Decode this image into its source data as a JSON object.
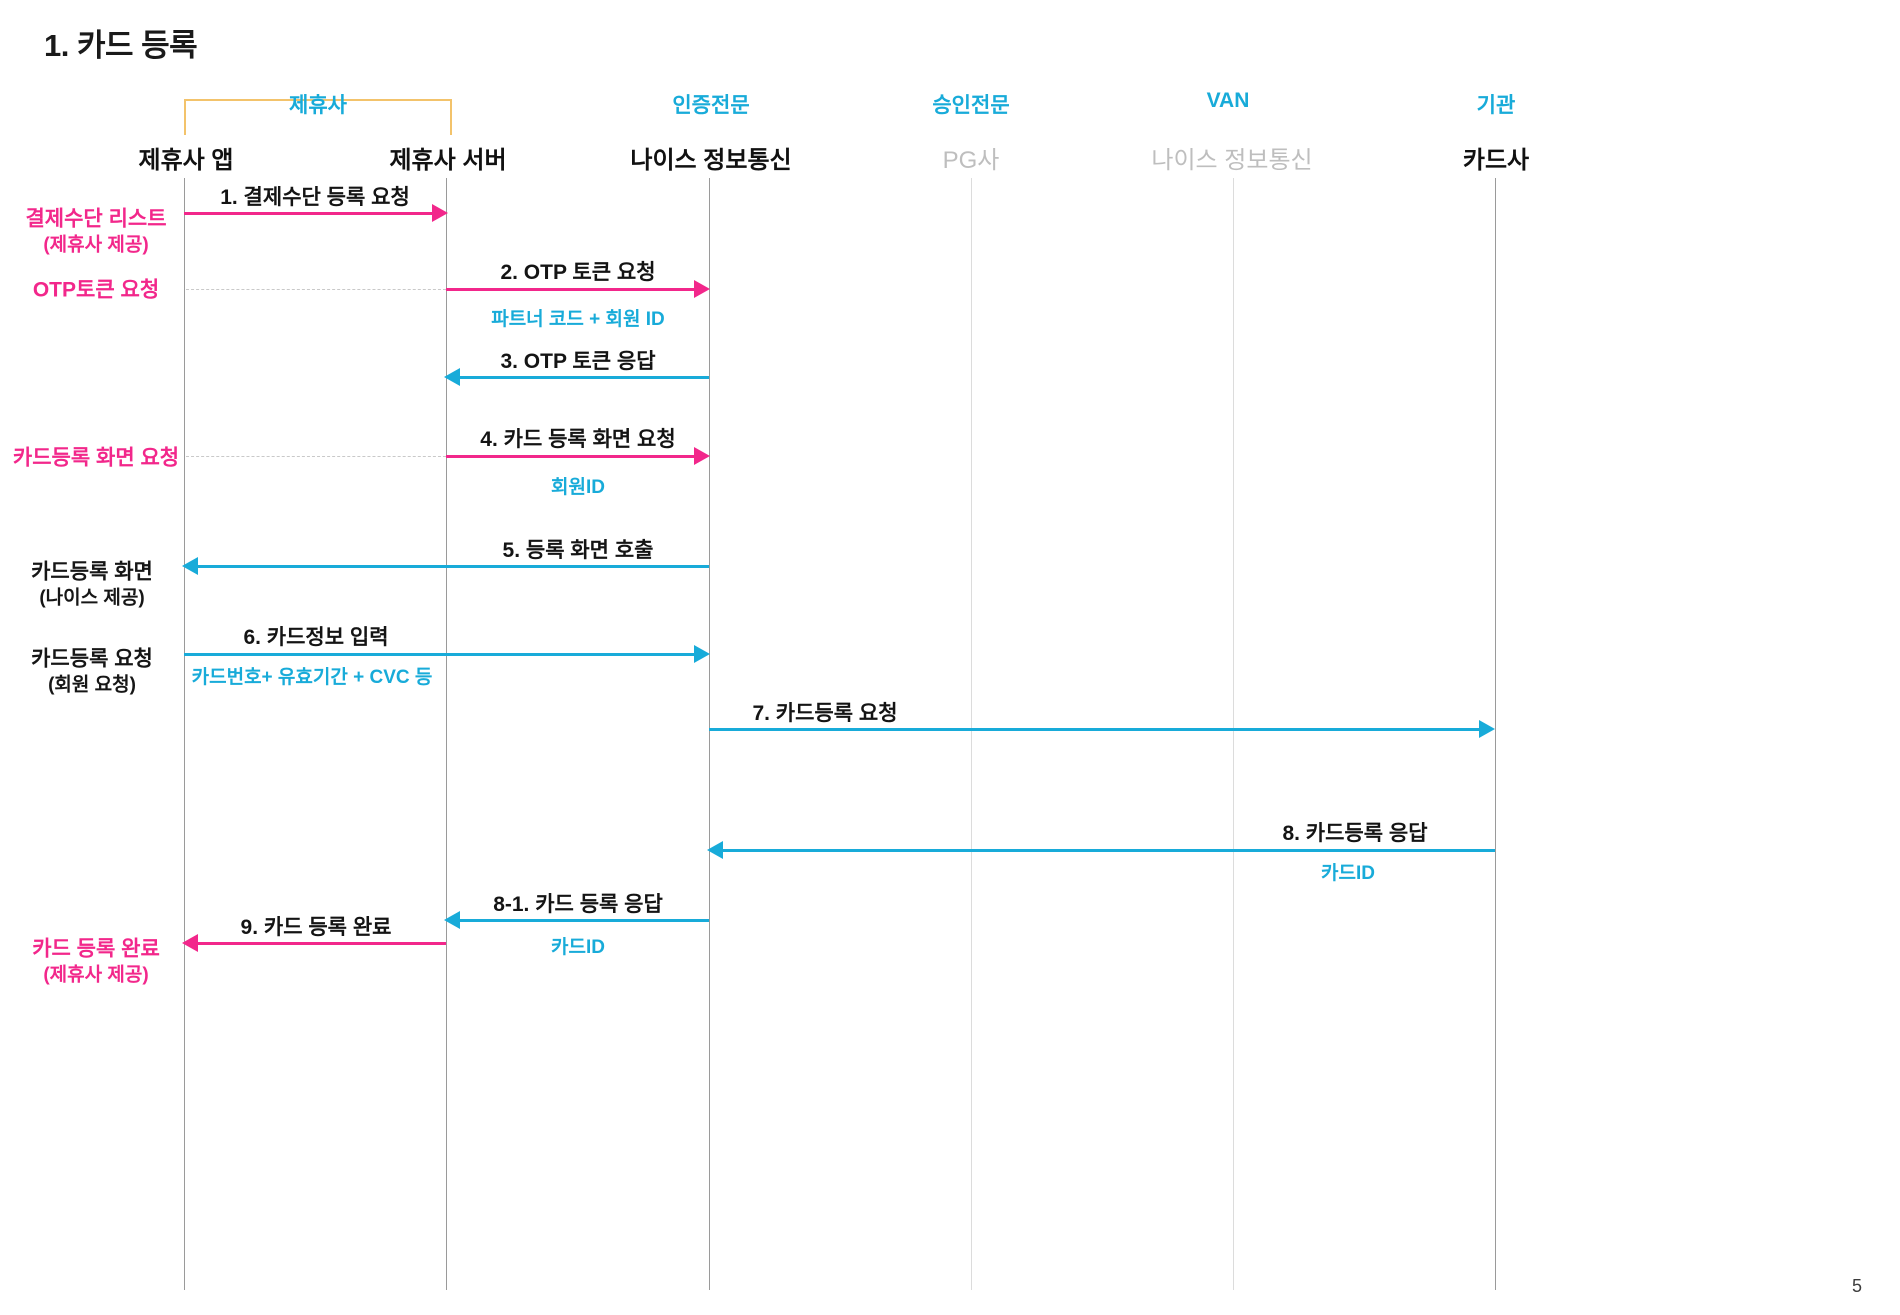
{
  "slide": {
    "title": "1. 카드 등록",
    "page_number": "5",
    "accent_pink": "#F2278B",
    "accent_cyan": "#18ABD9",
    "accent_amber": "#F3C36B",
    "muted_grey": "#BEBEBE"
  },
  "groups": [
    {
      "label": "제휴사",
      "bracket": true,
      "color": "#18ABD9"
    },
    {
      "label": "인증전문",
      "bracket": false,
      "color": "#18ABD9"
    },
    {
      "label": "승인전문",
      "bracket": false,
      "color": "#18ABD9"
    },
    {
      "label": "VAN",
      "bracket": false,
      "color": "#18ABD9"
    },
    {
      "label": "기관",
      "bracket": false,
      "color": "#18ABD9"
    }
  ],
  "participants": [
    {
      "name": "제휴사 앱",
      "muted": false
    },
    {
      "name": "제휴사 서버",
      "muted": false
    },
    {
      "name": "나이스 정보통신",
      "muted": false
    },
    {
      "name": "PG사",
      "muted": true
    },
    {
      "name": "나이스 정보통신",
      "muted": true
    },
    {
      "name": "카드사",
      "muted": false
    }
  ],
  "messages": [
    {
      "id": "1",
      "caption": "1. 결제수단 등록 요청",
      "sub": "",
      "color": "pink"
    },
    {
      "id": "2",
      "caption": "2. OTP 토큰 요청",
      "sub": "파트너 코드 + 회원 ID",
      "color": "pink"
    },
    {
      "id": "3",
      "caption": "3. OTP 토큰 응답",
      "sub": "",
      "color": "cyan"
    },
    {
      "id": "4",
      "caption": "4. 카드 등록 화면 요청",
      "sub": "회원ID",
      "color": "pink"
    },
    {
      "id": "5",
      "caption": "5. 등록 화면 호출",
      "sub": "",
      "color": "cyan"
    },
    {
      "id": "6",
      "caption": "6. 카드정보 입력",
      "sub": "카드번호+ 유효기간 + CVC 등",
      "color": "cyan"
    },
    {
      "id": "7",
      "caption": "7. 카드등록 요청",
      "sub": "",
      "color": "cyan"
    },
    {
      "id": "8",
      "caption": "8. 카드등록 응답",
      "sub": "카드ID",
      "color": "cyan"
    },
    {
      "id": "8-1",
      "caption": "8-1. 카드 등록 응답",
      "sub": "카드ID",
      "color": "cyan"
    },
    {
      "id": "9",
      "caption": "9. 카드 등록 완료",
      "sub": "",
      "color": "pink"
    }
  ],
  "side_notes": [
    {
      "main": "결제수단 리스트",
      "sub": "(제휴사 제공)",
      "color": "pink"
    },
    {
      "main": "OTP토큰 요청",
      "sub": "",
      "color": "pink"
    },
    {
      "main": "카드등록 화면 요청",
      "sub": "",
      "color": "pink"
    },
    {
      "main": "카드등록 화면",
      "sub": "(나이스 제공)",
      "color": "black"
    },
    {
      "main": "카드등록 요청",
      "sub": "(회원 요청)",
      "color": "black"
    },
    {
      "main": "카드 등록 완료",
      "sub": "(제휴사 제공)",
      "color": "pink"
    }
  ]
}
